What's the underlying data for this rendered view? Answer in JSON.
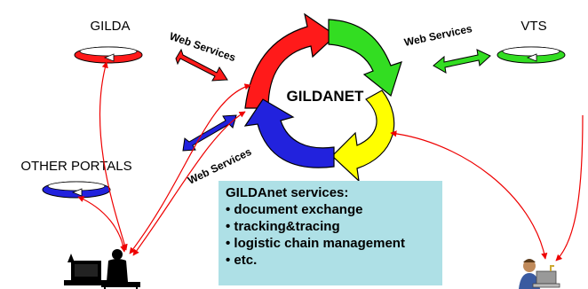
{
  "nodes": {
    "center": "GILDANET",
    "gilda": "GILDA",
    "vts": "VTS",
    "other_portals": "OTHER PORTALS"
  },
  "connectors": {
    "gilda_link": "Web Services",
    "vts_link": "Web Services",
    "portals_link": "Web Services"
  },
  "services": {
    "title": "GILDAnet services:",
    "items": [
      "document exchange",
      "tracking&tracing",
      "logistic chain management",
      "etc."
    ]
  },
  "colors": {
    "red": "#ff1a1a",
    "green": "#33dd22",
    "yellow": "#ffff00",
    "blue": "#2222dd",
    "box": "#aee0e6",
    "link_red": "#ee0000"
  }
}
